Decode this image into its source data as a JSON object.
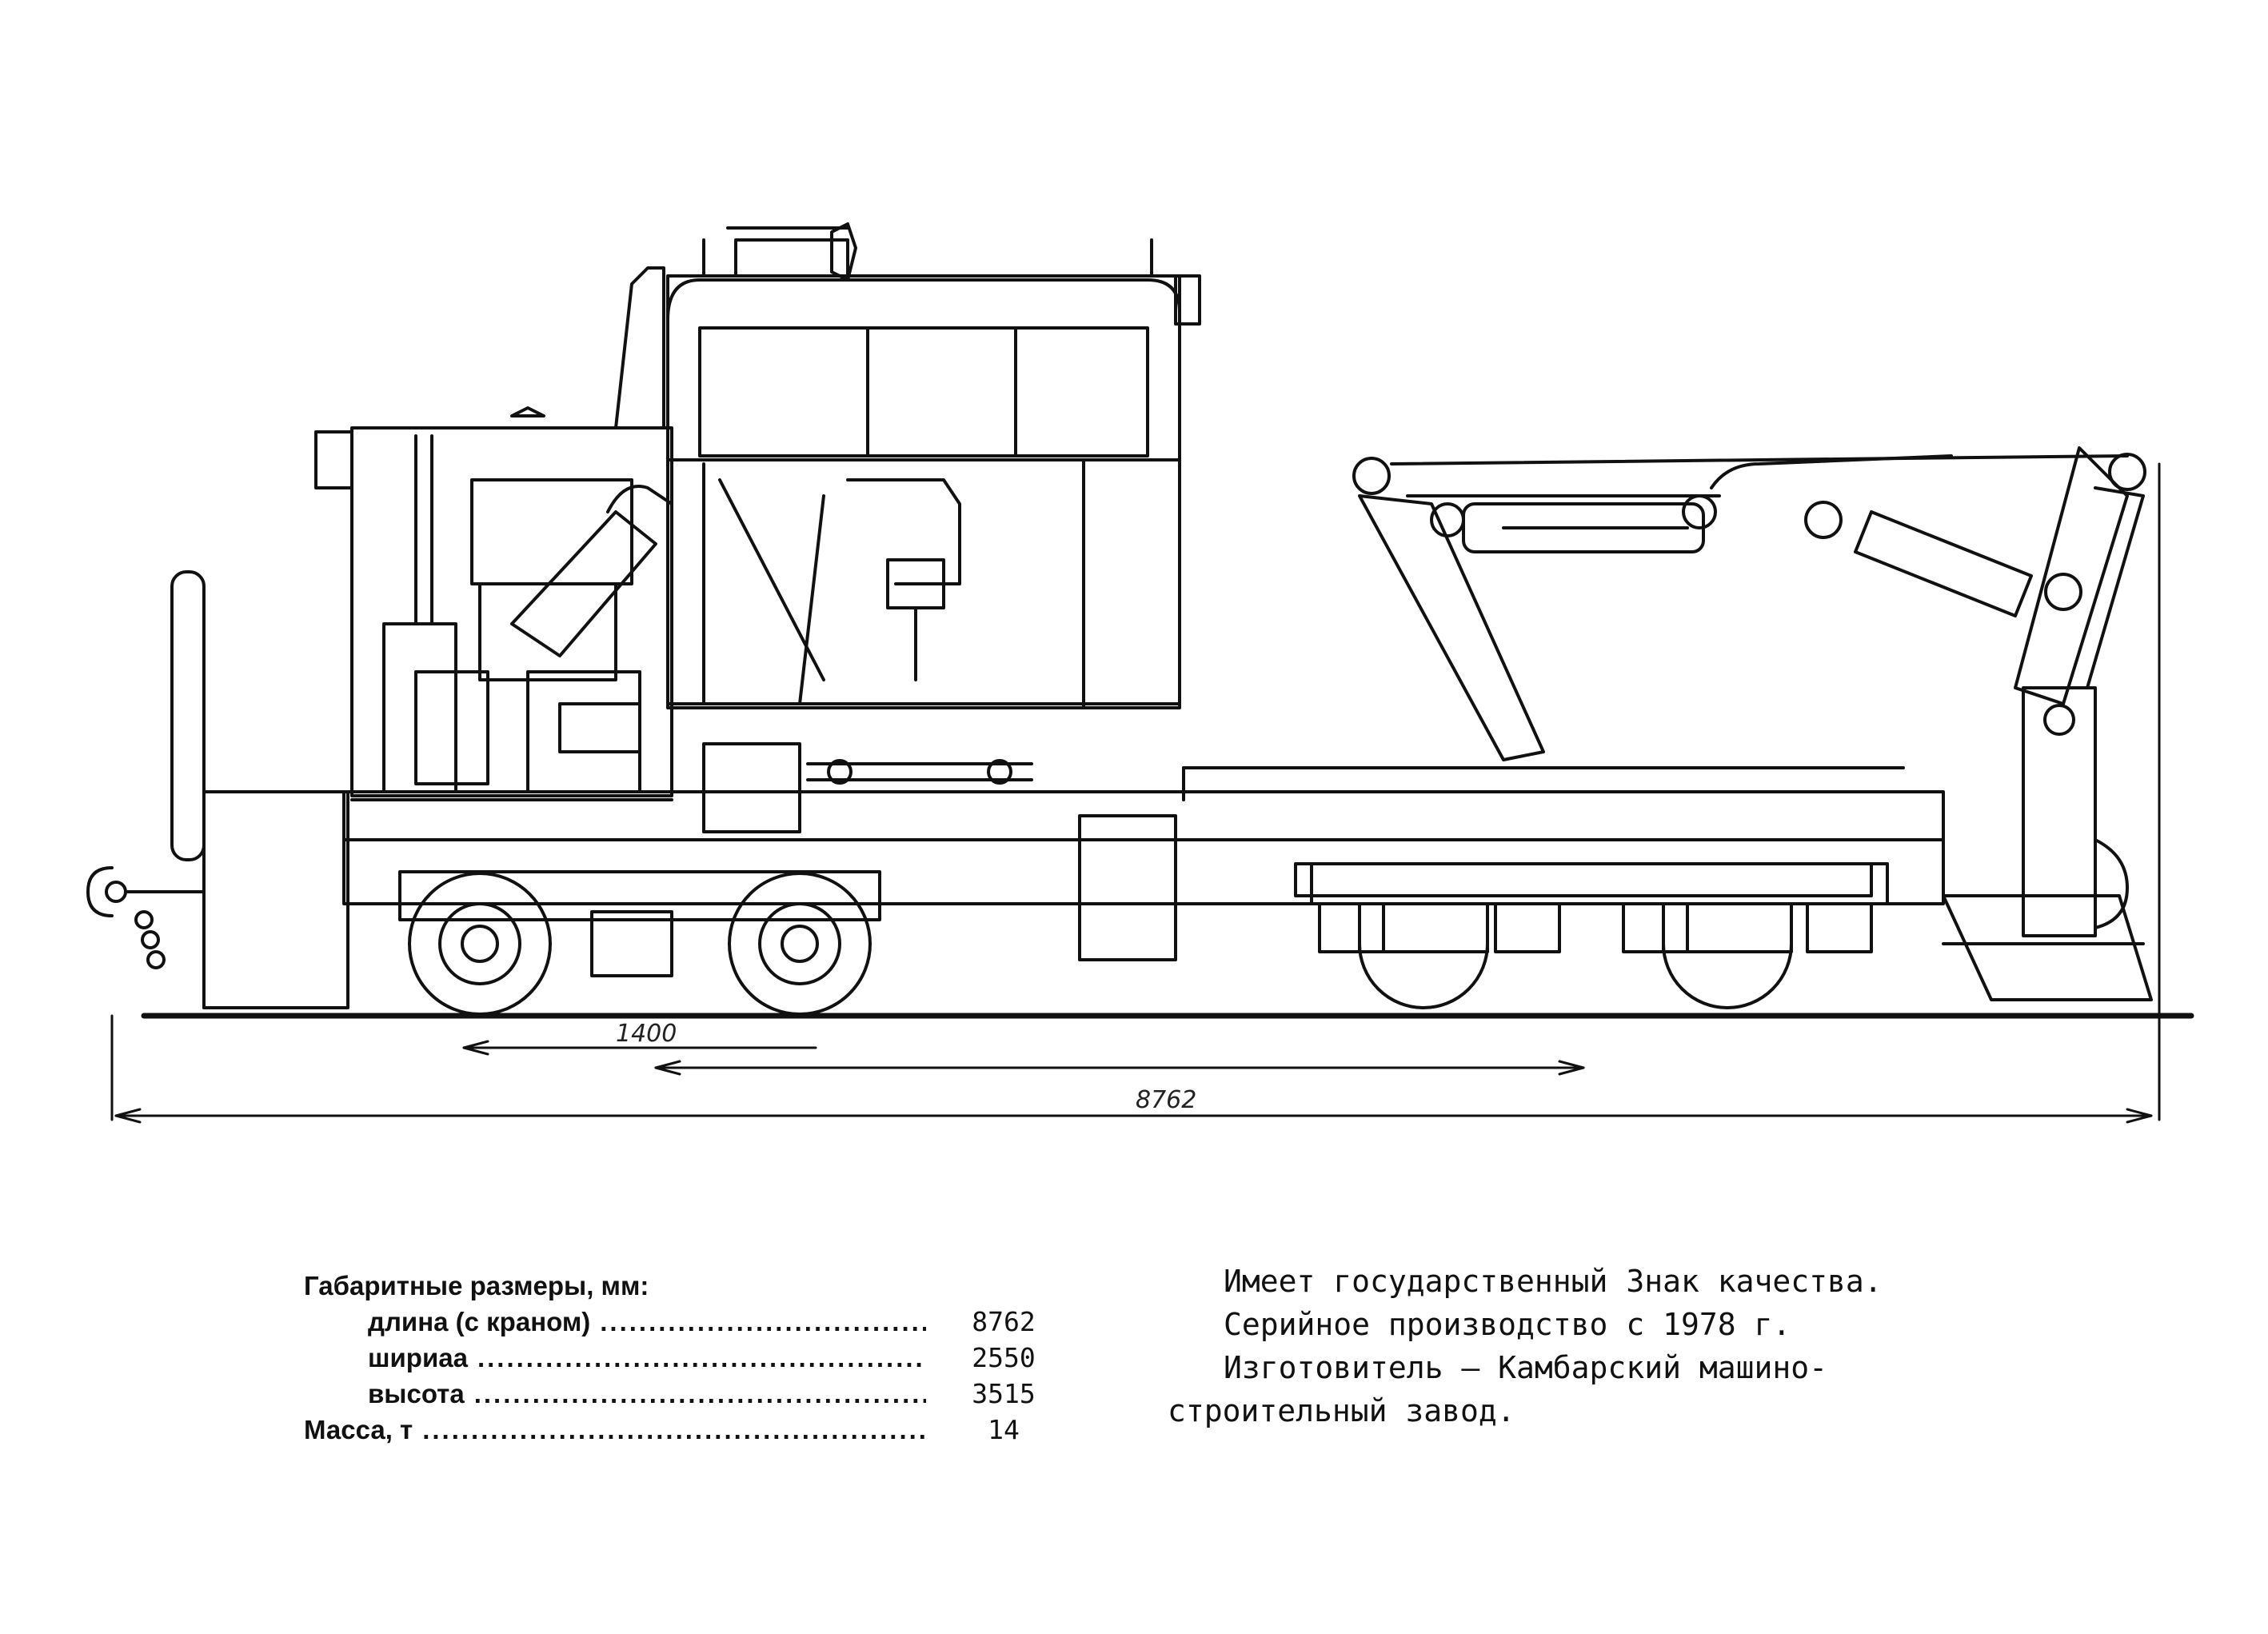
{
  "drawing": {
    "dim_wheelbase": "1400",
    "dim_length": "8762"
  },
  "specs": {
    "heading": "Габаритные размеры, мм:",
    "rows": [
      {
        "label": "длина (с краном)",
        "value": "8762"
      },
      {
        "label": "шириаа",
        "value": "2550"
      },
      {
        "label": "высота",
        "value": "3515"
      }
    ],
    "mass": {
      "label": "Масса, т",
      "value": "14"
    }
  },
  "notes": {
    "line1": "Имеет государственный Знак качества.",
    "line2": "Серийное производство с 1978 г.",
    "line3": "Изготовитель – Камбарский машино-",
    "line4": "строительный завод."
  }
}
